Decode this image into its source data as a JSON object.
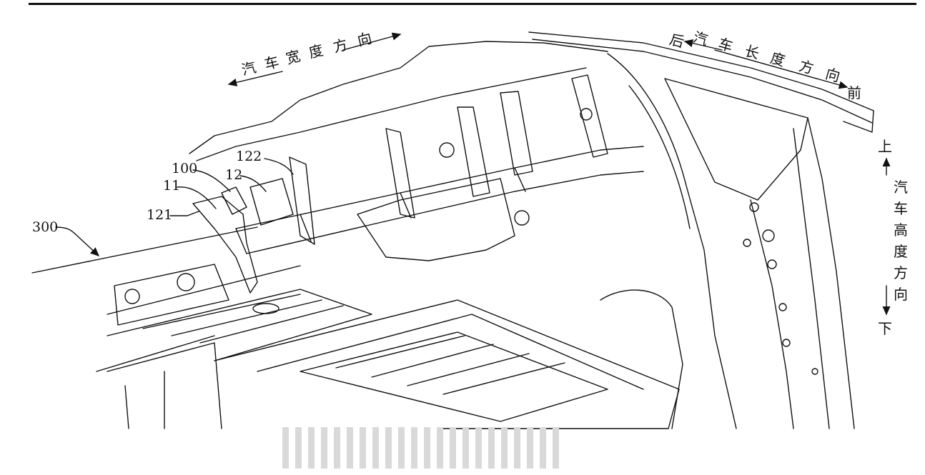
{
  "labels": {
    "ref_300": "300",
    "ref_121": "121",
    "ref_11": "11",
    "ref_100": "100",
    "ref_12": "12",
    "ref_122": "122"
  },
  "directions": {
    "width": [
      "汽",
      "车",
      "宽",
      "度",
      "方",
      "向"
    ],
    "length": [
      "后",
      "汽",
      "车",
      "长",
      "度",
      "方",
      "向",
      "前"
    ],
    "height_top": "上",
    "height": [
      "汽",
      "车",
      "高",
      "度",
      "方",
      "向"
    ],
    "height_bottom": "下"
  },
  "colors": {
    "line": "#111111",
    "background": "#ffffff",
    "watermark": "#d9d9d9"
  }
}
